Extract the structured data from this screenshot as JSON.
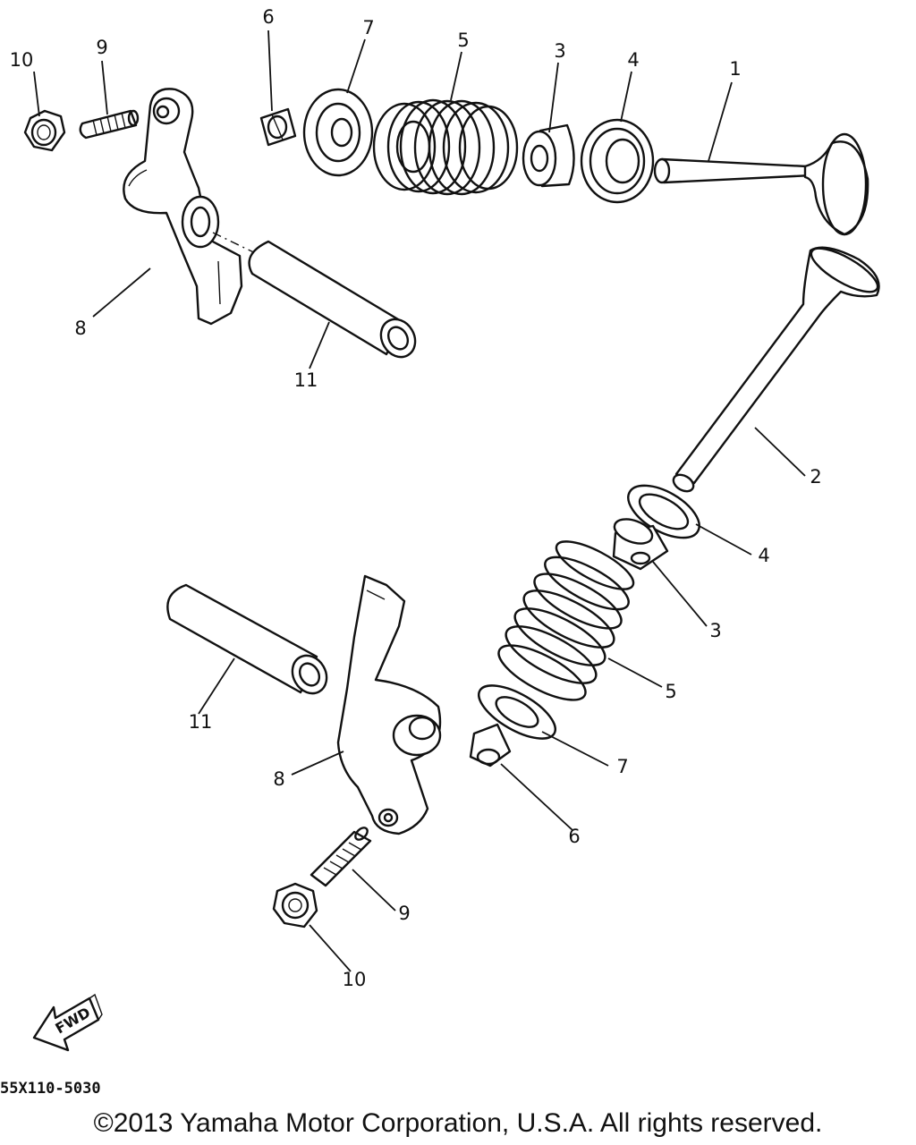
{
  "callouts": {
    "c1": "1",
    "c2": "2",
    "c3a": "3",
    "c3b": "3",
    "c4a": "4",
    "c4b": "4",
    "c5a": "5",
    "c5b": "5",
    "c6a": "6",
    "c6b": "6",
    "c7a": "7",
    "c7b": "7",
    "c8a": "8",
    "c8b": "8",
    "c9a": "9",
    "c9b": "9",
    "c10a": "10",
    "c10b": "10",
    "c11a": "11",
    "c11b": "11"
  },
  "fwd_label": "FWD",
  "diagram_code": "55X110-5030",
  "copyright": "©2013 Yamaha Motor Corporation, U.S.A. All rights reserved."
}
